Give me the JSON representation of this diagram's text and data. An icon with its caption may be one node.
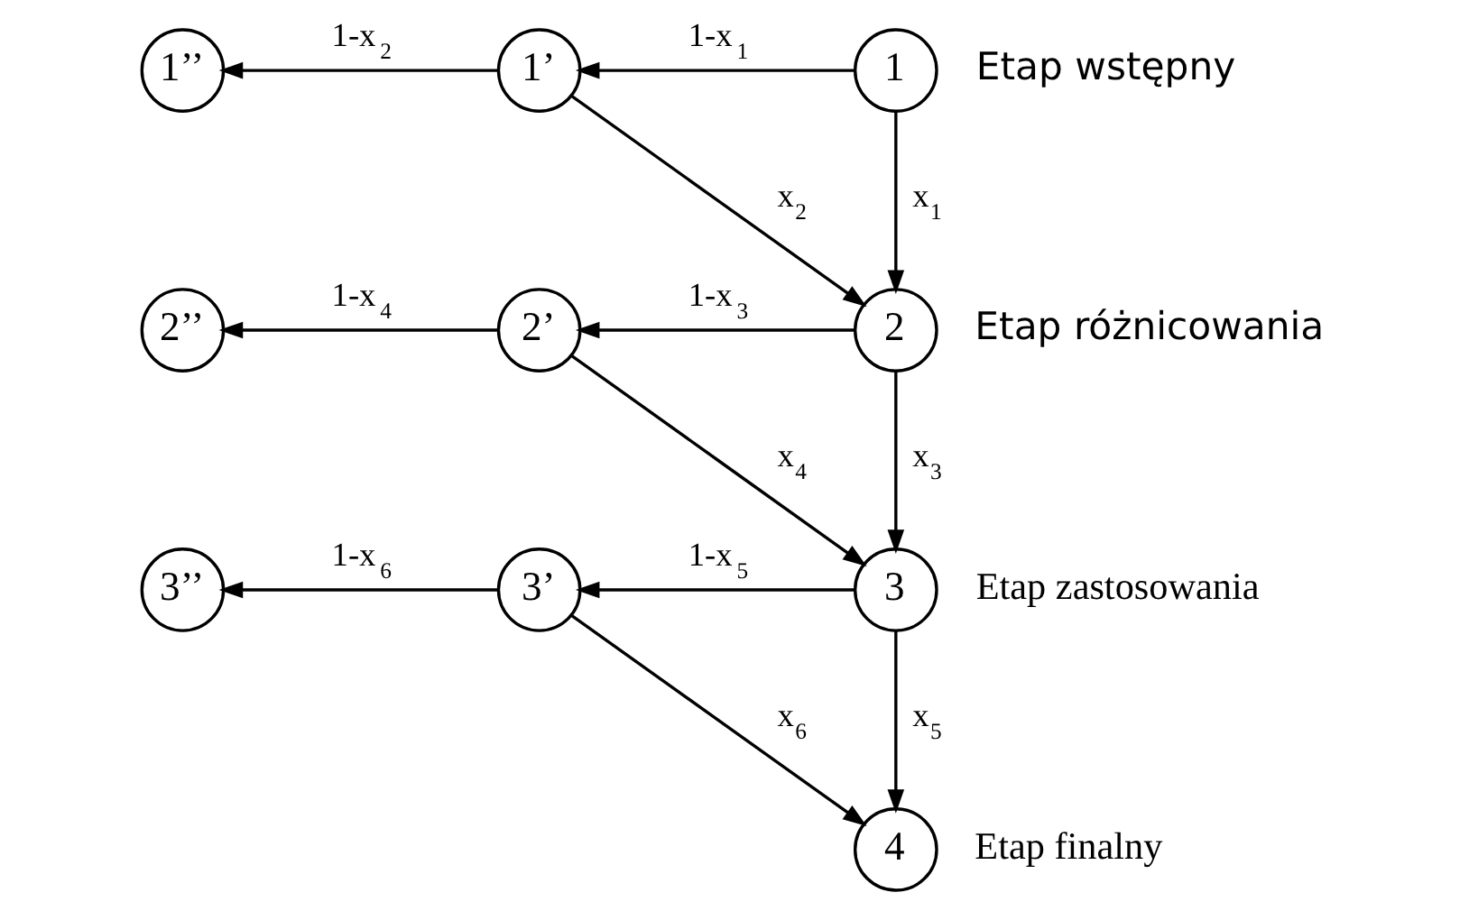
{
  "diagram": {
    "nodes": [
      {
        "text": [
          "1’’"
        ]
      },
      {
        "text": [
          "1’"
        ]
      },
      {
        "text": [
          "1"
        ],
        "beside": [
          "Etap wstępny"
        ]
      },
      {
        "text": [
          "2’’"
        ]
      },
      {
        "text": [
          "2’"
        ]
      },
      {
        "text": [
          "2"
        ],
        "beside": [
          "Etap różnicowania"
        ]
      },
      {
        "text": [
          "3’’"
        ]
      },
      {
        "text": [
          "3’"
        ]
      },
      {
        "text": [
          "3"
        ],
        "beside": [
          "Etap zastosowania"
        ]
      },
      {
        "text": [
          "4"
        ],
        "beside": [
          "Etap finalny"
        ]
      }
    ],
    "edges": [
      {
        "from": 2,
        "to": 1,
        "arrow": "to",
        "label": "1-x$_{1}$"
      },
      {
        "from": 1,
        "to": 0,
        "arrow": "to",
        "label": "1-x$_{2}$"
      },
      {
        "from": 2,
        "to": 5,
        "arrow": "to",
        "label": "x$_{1}$"
      },
      {
        "from": 1,
        "to": 5,
        "arrow": "to",
        "label": "x$_{2}$"
      },
      {
        "from": 5,
        "to": 4,
        "arrow": "to",
        "label": "1-x$_{3}$"
      },
      {
        "from": 4,
        "to": 3,
        "arrow": "to",
        "label": "1-x$_{4}$"
      },
      {
        "from": 5,
        "to": 8,
        "arrow": "to",
        "label": "x$_{3}$"
      },
      {
        "from": 4,
        "to": 8,
        "arrow": "to",
        "label": "x$_{4}$"
      },
      {
        "from": 8,
        "to": 7,
        "arrow": "to",
        "label": "1-x$_{5}$"
      },
      {
        "from": 7,
        "to": 6,
        "arrow": "to",
        "label": "1-x$_{6}$"
      },
      {
        "from": 8,
        "to": 9,
        "arrow": "to",
        "label": "x$_{5}$"
      },
      {
        "from": 7,
        "to": 9,
        "arrow": "to",
        "label": "x$_{6}$"
      }
    ]
  }
}
